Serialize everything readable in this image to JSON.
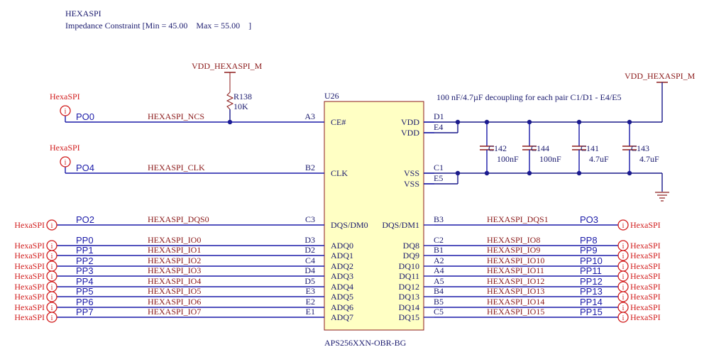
{
  "header": {
    "title": "HEXASPI",
    "constraint": "Impedance Constraint [Min = 45.00    Max = 55.00    ]"
  },
  "colors": {
    "wire": "#1a1aa8",
    "net": "#8b1a1a",
    "port": "#d11a1a",
    "chipFill": "#ffffc4",
    "chipStroke": "#8b1a1a",
    "text": "#1a1a6e"
  },
  "power": {
    "left": "VDD_HEXASPI_M",
    "right": "VDD_HEXASPI_M"
  },
  "resistor": {
    "ref": "R138",
    "value": "10K"
  },
  "chip": {
    "ref": "U26",
    "part": "APS256XXN-OBR-BG",
    "left_pins": [
      {
        "pin": "A3",
        "name": "CE#"
      },
      {
        "pin": "B2",
        "name": "CLK"
      },
      {
        "pin": "C3",
        "name": "DQS/DM0"
      },
      {
        "pin": "D3",
        "name": "ADQ0"
      },
      {
        "pin": "D2",
        "name": "ADQ1"
      },
      {
        "pin": "C4",
        "name": "ADQ2"
      },
      {
        "pin": "D4",
        "name": "ADQ3"
      },
      {
        "pin": "D5",
        "name": "ADQ4"
      },
      {
        "pin": "E3",
        "name": "ADQ5"
      },
      {
        "pin": "E2",
        "name": "ADQ6"
      },
      {
        "pin": "E1",
        "name": "ADQ7"
      }
    ],
    "right_pins": [
      {
        "pin": "D1",
        "name": "VDD"
      },
      {
        "pin": "E4",
        "name": "VDD"
      },
      {
        "pin": "C1",
        "name": "VSS"
      },
      {
        "pin": "E5",
        "name": "VSS"
      },
      {
        "pin": "B3",
        "name": "DQS/DM1"
      },
      {
        "pin": "C2",
        "name": "DQ8"
      },
      {
        "pin": "B1",
        "name": "DQ9"
      },
      {
        "pin": "A2",
        "name": "DQ10"
      },
      {
        "pin": "A4",
        "name": "DQ11"
      },
      {
        "pin": "A5",
        "name": "DQ12"
      },
      {
        "pin": "B4",
        "name": "DQ13"
      },
      {
        "pin": "B5",
        "name": "DQ14"
      },
      {
        "pin": "C5",
        "name": "DQ15"
      }
    ]
  },
  "decoupling_note": "100 nF/4.7µF decoupling  for each pair C1/D1 - E4/E5",
  "capacitors": [
    {
      "ref": "C142",
      "value": "100nF"
    },
    {
      "ref": "C144",
      "value": "100nF"
    },
    {
      "ref": "C141",
      "value": "4.7uF"
    },
    {
      "ref": "C143",
      "value": "4.7uF"
    }
  ],
  "top_nets": [
    {
      "port": "HexaSPI",
      "pin_label": "PO0",
      "net": "HEXASPI_NCS"
    },
    {
      "port": "HexaSPI",
      "pin_label": "PO4",
      "net": "HEXASPI_CLK"
    }
  ],
  "left_bus": [
    {
      "port": "HexaSPI",
      "pin_label": "PO2",
      "net": "HEXASPI_DQS0"
    },
    {
      "port": "HexaSPI",
      "pin_label": "PP0",
      "net": "HEXASPI_IO0"
    },
    {
      "port": "HexaSPI",
      "pin_label": "PP1",
      "net": "HEXASPI_IO1"
    },
    {
      "port": "HexaSPI",
      "pin_label": "PP2",
      "net": "HEXASPI_IO2"
    },
    {
      "port": "HexaSPI",
      "pin_label": "PP3",
      "net": "HEXASPI_IO3"
    },
    {
      "port": "HexaSPI",
      "pin_label": "PP4",
      "net": "HEXASPI_IO4"
    },
    {
      "port": "HexaSPI",
      "pin_label": "PP5",
      "net": "HEXASPI_IO5"
    },
    {
      "port": "HexaSPI",
      "pin_label": "PP6",
      "net": "HEXASPI_IO6"
    },
    {
      "port": "HexaSPI",
      "pin_label": "PP7",
      "net": "HEXASPI_IO7"
    }
  ],
  "right_bus": [
    {
      "port": "HexaSPI",
      "pin_label": "PO3",
      "net": "HEXASPI_DQS1"
    },
    {
      "port": "HexaSPI",
      "pin_label": "PP8",
      "net": "HEXASPI_IO8"
    },
    {
      "port": "HexaSPI",
      "pin_label": "PP9",
      "net": "HEXASPI_IO9"
    },
    {
      "port": "HexaSPI",
      "pin_label": "PP10",
      "net": "HEXASPI_IO10"
    },
    {
      "port": "HexaSPI",
      "pin_label": "PP11",
      "net": "HEXASPI_IO11"
    },
    {
      "port": "HexaSPI",
      "pin_label": "PP12",
      "net": "HEXASPI_IO12"
    },
    {
      "port": "HexaSPI",
      "pin_label": "PP13",
      "net": "HEXASPI_IO13"
    },
    {
      "port": "HexaSPI",
      "pin_label": "PP14",
      "net": "HEXASPI_IO14"
    },
    {
      "port": "HexaSPI",
      "pin_label": "PP15",
      "net": "HEXASPI_IO15"
    }
  ]
}
